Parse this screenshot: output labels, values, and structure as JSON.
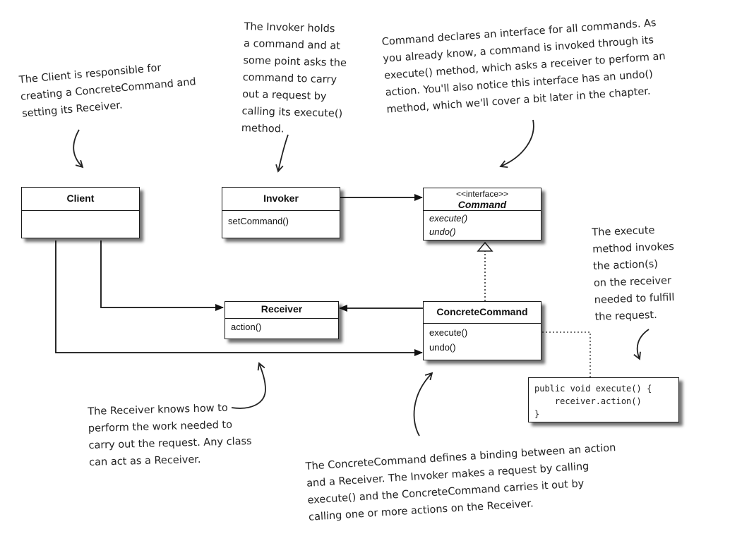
{
  "notes": {
    "client": [
      "The Client is responsible for",
      "creating a ConcreteCommand and",
      "setting its Receiver."
    ],
    "invoker": [
      "The Invoker holds",
      "a command and at",
      "some point asks the",
      "command to carry",
      "out a request by",
      "calling its execute()",
      "method."
    ],
    "command": [
      "Command declares an interface for all commands. As",
      "you already know, a command is invoked through its",
      "execute() method, which asks a receiver to perform an",
      "action.  You'll also notice this interface has an undo()",
      "method, which we'll cover a bit later in the chapter."
    ],
    "execute": [
      "The execute",
      "method invokes",
      "the action(s)",
      "on the receiver",
      "needed to fulfill",
      "the request."
    ],
    "receiver": [
      "The Receiver knows how to",
      "perform the work needed to",
      "carry out the request.  Any class",
      "can act as a Receiver."
    ],
    "concrete": [
      "The ConcreteCommand defines a binding between an action",
      "and a Receiver.  The Invoker makes a request by calling",
      "execute() and the ConcreteCommand carries it out by",
      "calling one or more actions on the Receiver."
    ]
  },
  "classes": {
    "client": {
      "name": "Client",
      "methods": []
    },
    "invoker": {
      "name": "Invoker",
      "methods": [
        "setCommand()"
      ]
    },
    "command": {
      "stereotype": "<<interface>>",
      "name": "Command",
      "methods": [
        "execute()",
        "undo()"
      ]
    },
    "receiver": {
      "name": "Receiver",
      "methods": [
        "action()"
      ]
    },
    "concrete_command": {
      "name": "ConcreteCommand",
      "methods": [
        "execute()",
        "undo()"
      ]
    }
  },
  "code": [
    "public void execute() {",
    "    receiver.action()",
    "}"
  ]
}
